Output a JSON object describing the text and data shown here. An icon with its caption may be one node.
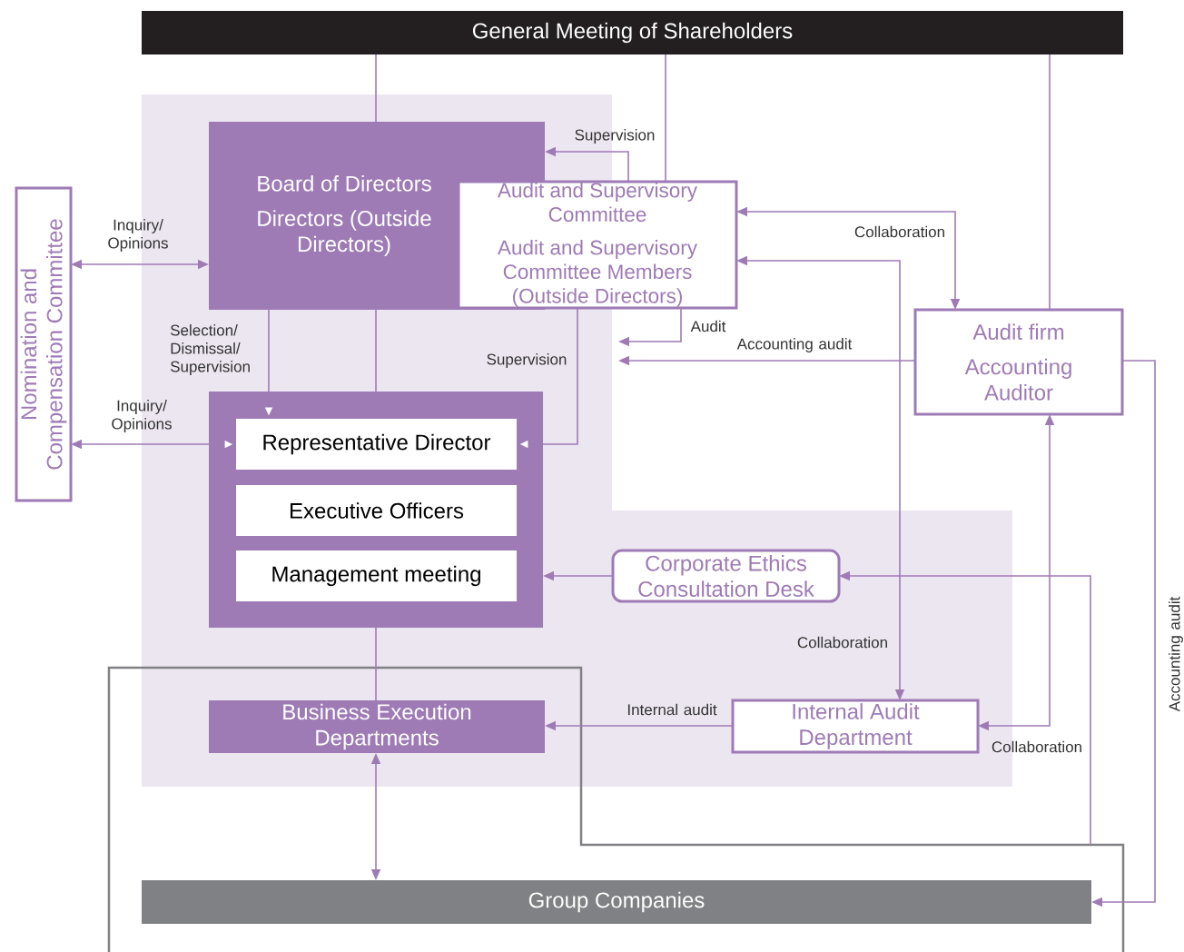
{
  "diagram": {
    "nodes": [
      {
        "text": [
          "General Meeting of Shareholders"
        ]
      },
      {
        "text": [
          "Board of Directors",
          "Directors (Outside Directors)"
        ]
      },
      {
        "text": [
          "Audit and Supervisory Committee",
          "Audit and Supervisory Committee Members (Outside Directors)"
        ]
      },
      {
        "text": [
          "Nomination and Compensation Committee"
        ]
      },
      {
        "text": [],
        "shape": "box"
      },
      {
        "text": [
          "Representative Director"
        ],
        "in": 4
      },
      {
        "text": [
          "Executive Officers"
        ],
        "in": 4
      },
      {
        "text": [
          "Management meeting"
        ],
        "in": 4
      },
      {
        "text": [
          "Audit firm",
          "Accounting Auditor"
        ]
      },
      {
        "text": [
          "Corporate Ethics Consultation Desk"
        ]
      },
      {
        "text": [
          "Internal Audit Department"
        ]
      },
      {
        "text": [
          "Business Execution Departments"
        ]
      },
      {
        "text": [
          "Group Companies"
        ]
      }
    ],
    "edges": [
      {
        "from": 0,
        "to": 1,
        "arrow": "none"
      },
      {
        "from": 0,
        "to": 2,
        "arrow": "none"
      },
      {
        "from": 0,
        "to": 8,
        "arrow": "none"
      },
      {
        "from": 2,
        "to": 1,
        "arrow": "to",
        "label": "Supervision"
      },
      {
        "from": 3,
        "to": 1,
        "arrow": "both",
        "label": "Inquiry/ Opinions"
      },
      {
        "from": 1,
        "to": 5,
        "arrow": "to",
        "label": "Selection/ Dismissal/ Supervision"
      },
      {
        "from": 1,
        "to": 4,
        "arrow": "none"
      },
      {
        "from": 3,
        "to": 5,
        "arrow": "both",
        "label": "Inquiry/ Opinions"
      },
      {
        "from": 2,
        "to": 5,
        "arrow": "to",
        "label": "Supervision"
      },
      {
        "from": 2,
        "to": null,
        "arrow": "to",
        "label": "Audit"
      },
      {
        "from": 8,
        "to": null,
        "arrow": "to",
        "label": "Accounting audit"
      },
      {
        "from": 2,
        "to": 8,
        "arrow": "both",
        "label": "Collaboration"
      },
      {
        "from": 2,
        "to": 10,
        "arrow": "both",
        "label": "Collaboration"
      },
      {
        "from": 8,
        "to": 10,
        "arrow": "both",
        "label": "Collaboration"
      },
      {
        "from": 9,
        "to": 4,
        "arrow": "to"
      },
      {
        "from": null,
        "to": 9,
        "arrow": "to"
      },
      {
        "from": 10,
        "to": 11,
        "arrow": "to",
        "label": "Internal audit"
      },
      {
        "from": 8,
        "to": 12,
        "arrow": "to",
        "label": "Accounting audit"
      },
      {
        "from": 4,
        "to": 11,
        "arrow": "none"
      },
      {
        "from": 11,
        "to": 12,
        "arrow": "both"
      }
    ]
  }
}
